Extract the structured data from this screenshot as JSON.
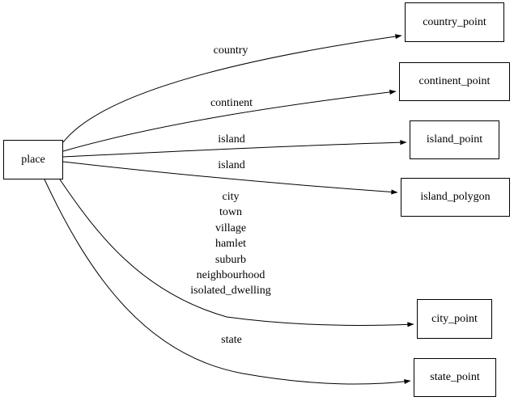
{
  "diagram": {
    "type": "directed-graph",
    "background_color": "#ffffff",
    "stroke_color": "#000000",
    "text_color": "#000000",
    "nodes": {
      "place": {
        "label": "place"
      },
      "country_point": {
        "label": "country_point"
      },
      "continent_point": {
        "label": "continent_point"
      },
      "island_point": {
        "label": "island_point"
      },
      "island_polygon": {
        "label": "island_polygon"
      },
      "city_point": {
        "label": "city_point"
      },
      "state_point": {
        "label": "state_point"
      }
    },
    "edges": [
      {
        "from": "place",
        "to": "country_point",
        "label": "country"
      },
      {
        "from": "place",
        "to": "continent_point",
        "label": "continent"
      },
      {
        "from": "place",
        "to": "island_point",
        "label": "island"
      },
      {
        "from": "place",
        "to": "island_polygon",
        "label": "island"
      },
      {
        "from": "place",
        "to": "city_point",
        "label_lines": [
          "city",
          "town",
          "village",
          "hamlet",
          "suburb",
          "neighbourhood",
          "isolated_dwelling"
        ]
      },
      {
        "from": "place",
        "to": "state_point",
        "label": "state"
      }
    ]
  }
}
